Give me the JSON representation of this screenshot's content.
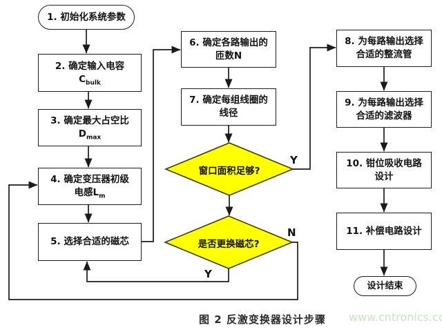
{
  "flowchart": {
    "nodes": {
      "start": {
        "label": "1. 初始化系统参数"
      },
      "n2": {
        "line1": "2. 确定输入电容",
        "var_main": "C",
        "var_sub": "bulk"
      },
      "n3": {
        "line1": "3. 确定最大占空比",
        "var_main": "D",
        "var_sub": "max"
      },
      "n4": {
        "line1": "4. 确定变压器初级",
        "var_main": "电感L",
        "var_sub": "m"
      },
      "n5": {
        "label": "5. 选择合适的磁芯"
      },
      "n6": {
        "line1": "6. 确定各路输出的",
        "line2": "匝数N"
      },
      "n7": {
        "line1": "7. 确定每组线圈的",
        "line2": "线径"
      },
      "d1": {
        "label": "窗口面积足够?"
      },
      "d2": {
        "label": "是否更换磁芯?"
      },
      "n8": {
        "line1": "8. 为每路输出选择",
        "line2": "合适的整流管"
      },
      "n9": {
        "line1": "9. 为每路输出选择",
        "line2": "合适的滤波器"
      },
      "n10": {
        "line1": "10. 钳位吸收电路",
        "line2": "设计"
      },
      "n11": {
        "label": "11. 补偿电路设计"
      },
      "end": {
        "label": "设计结束"
      }
    },
    "edge_labels": {
      "d1_yes": "Y",
      "d2_no": "N",
      "d2_yes": "Y"
    },
    "colors": {
      "decision_fill": "#ffff00",
      "decision_stroke": "#3a3a00",
      "line": "#1b1b1b"
    }
  },
  "caption": "图 2 反激变换器设计步骤",
  "watermark": {
    "text": "www.cntronics.com",
    "color": "#c9e3c5"
  }
}
